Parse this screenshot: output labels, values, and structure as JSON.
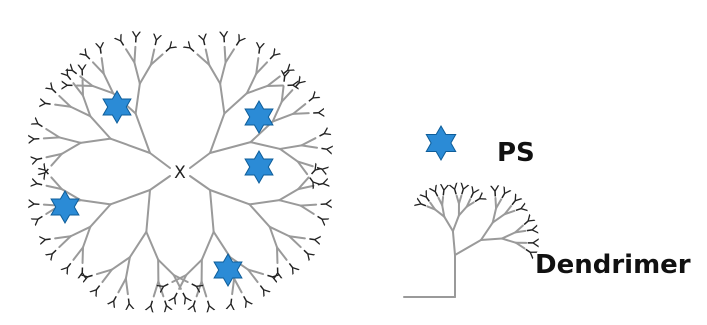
{
  "diagram": {
    "core_label": "X",
    "terminal_label": "Y",
    "ps_color": "#2b8bd6",
    "branch_color": "#9a9a9a",
    "legend": {
      "ps_label": "PS",
      "dendrimer_label": "Dendrimer"
    }
  }
}
